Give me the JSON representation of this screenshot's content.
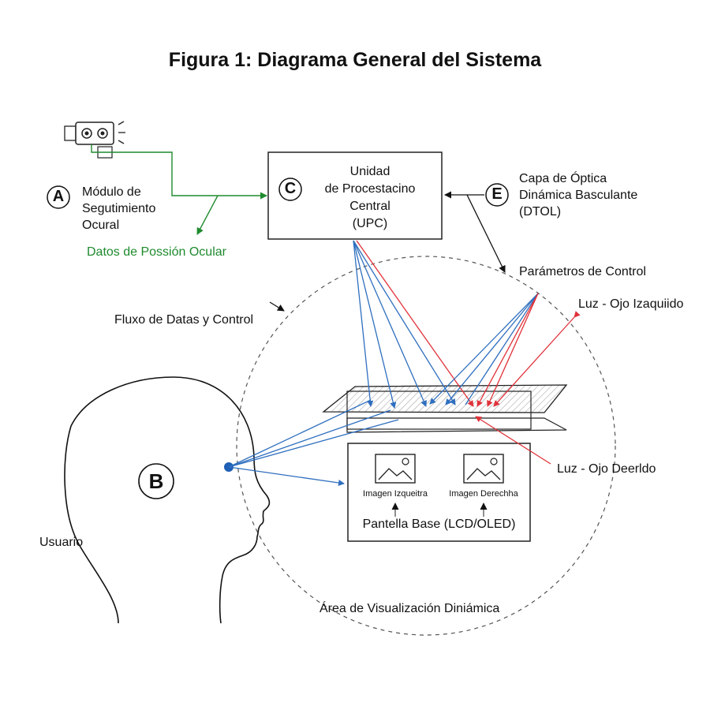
{
  "title": "Figura 1: Diagrama General del Sistema",
  "labels": {
    "a_letter": "A",
    "a_text_1": "Módulo de",
    "a_text_2": "Segutimiento",
    "a_text_3": "Ocural",
    "b_letter": "B",
    "c_letter": "C",
    "c_text_1": "Unidad",
    "c_text_2": "de Procestacino",
    "c_text_3": "Central",
    "c_text_4": "(UPC)",
    "e_letter": "E",
    "e_text_1": "Capa de Óptica",
    "e_text_2": "Dinámica Basculante",
    "e_text_3": "(DTOL)",
    "eye_data": "Datos de Possión Ocular",
    "control_params": "Parámetros de Control",
    "data_flow": "Fluxo de Datas y Control",
    "light_left": "Luz - Ojo Izaquiido",
    "light_right": "Luz - Ojo Deerldo",
    "image_left": "Imagen Izqueitra",
    "image_right": "Imagen Derechha",
    "base_screen": "Pantella Base (LCD/OLED)",
    "user": "Usuario",
    "display_area": "Área de Visualización Diniámica"
  },
  "colors": {
    "blue": "#2f6fbf",
    "red": "#e0323a",
    "green": "#1f8a2e",
    "eye": "#1f5fb5",
    "ink": "#111111"
  }
}
